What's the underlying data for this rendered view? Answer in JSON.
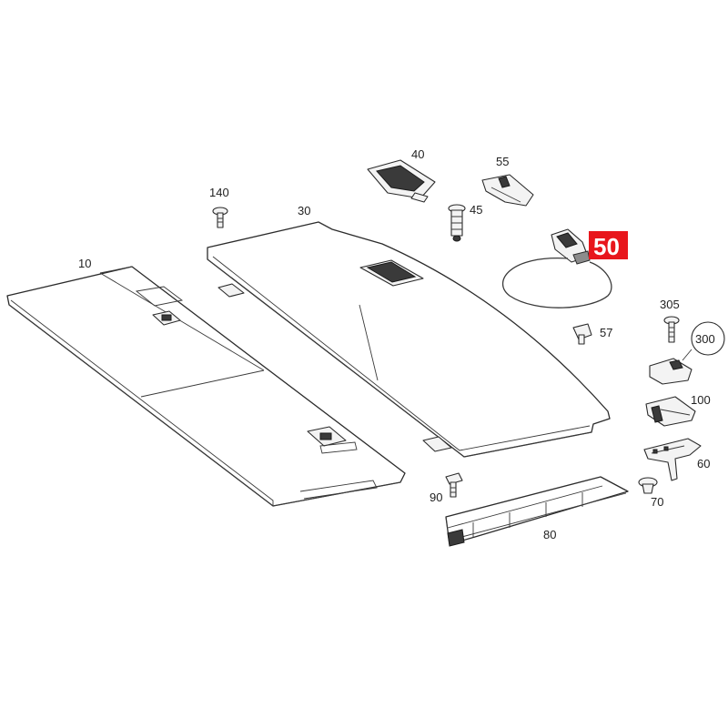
{
  "diagram": {
    "highlight_color": "#e8161c",
    "line_color": "#2b2b2b",
    "parts": [
      {
        "id": "p10",
        "label": "10"
      },
      {
        "id": "p30",
        "label": "30"
      },
      {
        "id": "p40",
        "label": "40"
      },
      {
        "id": "p45",
        "label": "45"
      },
      {
        "id": "p50",
        "label": "50",
        "highlighted": true
      },
      {
        "id": "p55",
        "label": "55"
      },
      {
        "id": "p57",
        "label": "57"
      },
      {
        "id": "p60",
        "label": "60"
      },
      {
        "id": "p70",
        "label": "70"
      },
      {
        "id": "p80",
        "label": "80"
      },
      {
        "id": "p90",
        "label": "90"
      },
      {
        "id": "p100",
        "label": "100"
      },
      {
        "id": "p140",
        "label": "140"
      },
      {
        "id": "p300",
        "label": "300"
      },
      {
        "id": "p305",
        "label": "305"
      }
    ]
  }
}
